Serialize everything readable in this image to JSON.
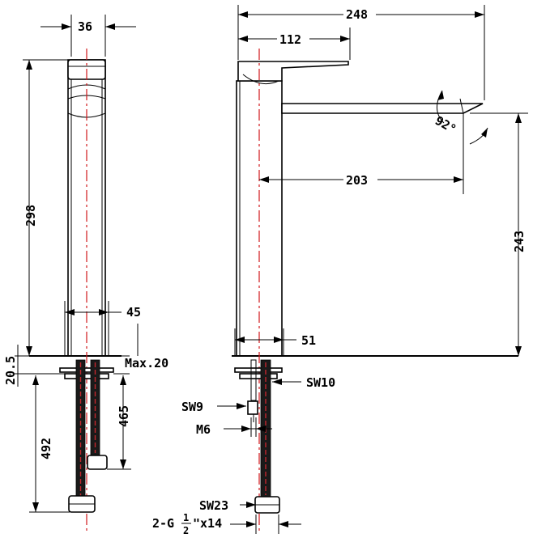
{
  "dimensions": {
    "width_36": "36",
    "height_298": "298",
    "base_45": "45",
    "base_20_5": "20.5",
    "max_20": "Max.20",
    "height_465": "465",
    "height_492": "492",
    "width_248": "248",
    "width_112": "112",
    "angle_92": "92°",
    "reach_203": "203",
    "height_243": "243",
    "base_51": "51"
  },
  "callouts": {
    "sw10": "SW10",
    "sw9": "SW9",
    "m6": "M6",
    "sw23": "SW23",
    "thread_prefix": "2-G",
    "thread_num": "1",
    "thread_den": "2",
    "thread_suffix": "\"x14"
  }
}
